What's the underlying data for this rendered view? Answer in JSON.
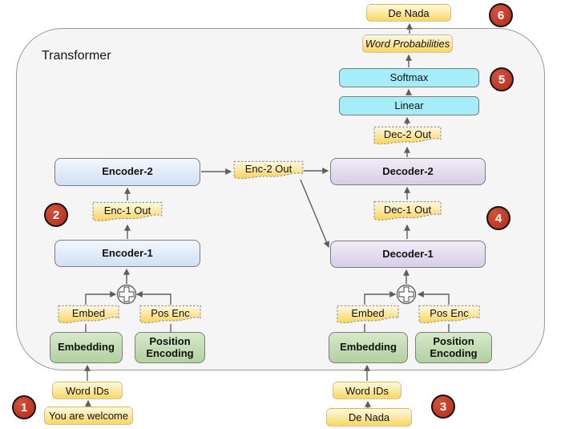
{
  "diagram": {
    "title": "Transformer"
  },
  "output_flow": {
    "final_output": "De Nada",
    "word_probabilities": "Word Probabilities",
    "softmax": "Softmax",
    "linear": "Linear",
    "dec2_out": "Dec-2 Out"
  },
  "encoder_stack": {
    "encoder2": "Encoder-2",
    "enc1_out": "Enc-1 Out",
    "encoder1": "Encoder-1",
    "enc2_out": "Enc-2 Out",
    "embed": "Embed",
    "pos_enc": "Pos Enc",
    "embedding": "Embedding",
    "position_encoding": "Position Encoding",
    "word_ids": "Word IDs",
    "input": "You are welcome"
  },
  "decoder_stack": {
    "decoder2": "Decoder-2",
    "dec1_out": "Dec-1 Out",
    "decoder1": "Decoder-1",
    "embed": "Embed",
    "pos_enc": "Pos Enc",
    "embedding": "Embedding",
    "position_encoding": "Position Encoding",
    "word_ids": "Word IDs",
    "input": "De Nada"
  },
  "badges": {
    "b1": "1",
    "b2": "2",
    "b3": "3",
    "b4": "4",
    "b5": "5",
    "b6": "6"
  },
  "colors": {
    "encoder_fill": "#dae8fc",
    "decoder_fill": "#e1d5e7",
    "io_fill": "#a5edf8",
    "embedding_fill": "#bcd9aa",
    "label_fill": "#fbd75e",
    "badge_fill": "#c23a25",
    "container_fill": "#f5f5f5",
    "edge_color": "#5e5e5e"
  }
}
